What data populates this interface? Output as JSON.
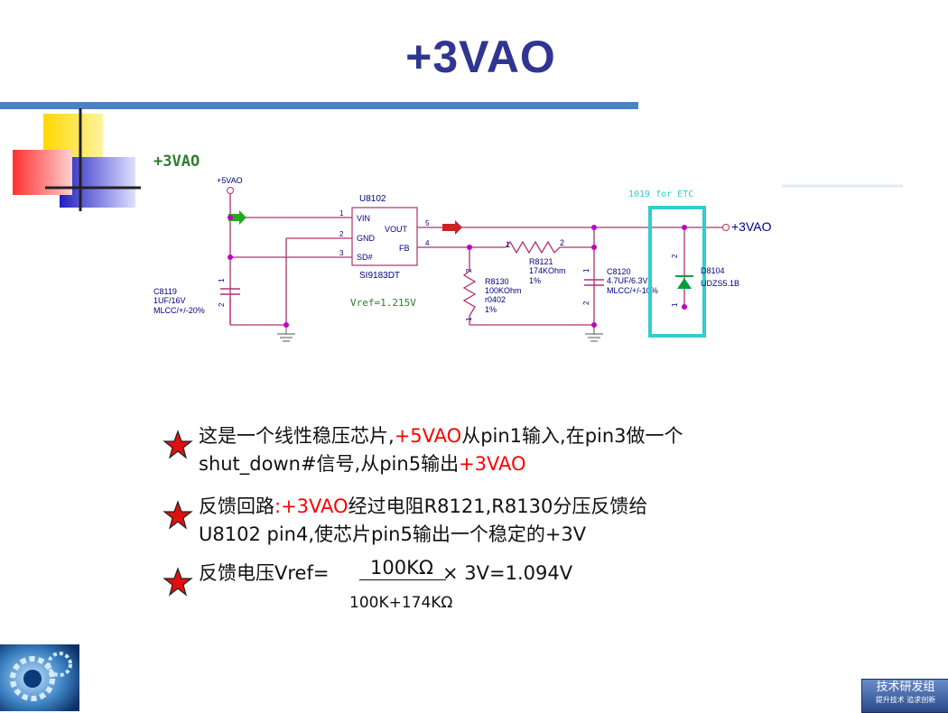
{
  "slide": {
    "title": "+3VAO"
  },
  "schematic": {
    "net_out_label": "+3VAO",
    "net_in_label": "+5VAO",
    "chip_ref": "U8102",
    "chip_part": "SI9183DT",
    "pins": {
      "vin": "VIN",
      "gnd": "GND",
      "sd": "SD#",
      "vout": "VOUT",
      "fb": "FB",
      "n1": "1",
      "n2": "2",
      "n3": "3",
      "n4": "4",
      "n5": "5"
    },
    "vref": "Vref=1.215V",
    "note": "1019 for ETC",
    "c8119": [
      "C8119",
      "1UF/16V",
      "MLCC/+/-20%"
    ],
    "r8121": [
      "R8121",
      "174KOhm",
      "1%"
    ],
    "r8130": [
      "R8130",
      "100KOhm",
      "r0402",
      "1%"
    ],
    "c8120": [
      "C8120",
      "4.7UF/6.3V",
      "MLCC/+/-10%"
    ],
    "d8104": [
      "D8104",
      "UDZS5.1B"
    ],
    "pin_nums": {
      "one": "1",
      "two": "2"
    },
    "colors": {
      "wire": "#b23070",
      "node": "#c000c0",
      "highlight": "#33cccc",
      "text_blue": "#000080",
      "diode": "#00a040"
    }
  },
  "bullets": [
    {
      "parts": [
        "这是一个线性稳压芯片,",
        "+5VAO",
        "从pin1输入,在pin3做一个",
        "shut_down#信号,从pin5输出",
        "+3VAO"
      ]
    },
    {
      "parts": [
        "反馈回路",
        ":+3VAO",
        "经过电阻R8121,R8130分压反馈给",
        "U8102  pin4,使芯片pin5输出一个稳定的+3V"
      ]
    },
    {
      "parts": [
        "反馈电压Vref=",
        "100KΩ",
        "× 3V=1.094V",
        "100K+174KΩ"
      ]
    }
  ],
  "footer": {
    "badge_title": "技术研发组",
    "badge_sub": "提升技术  追求创新"
  }
}
